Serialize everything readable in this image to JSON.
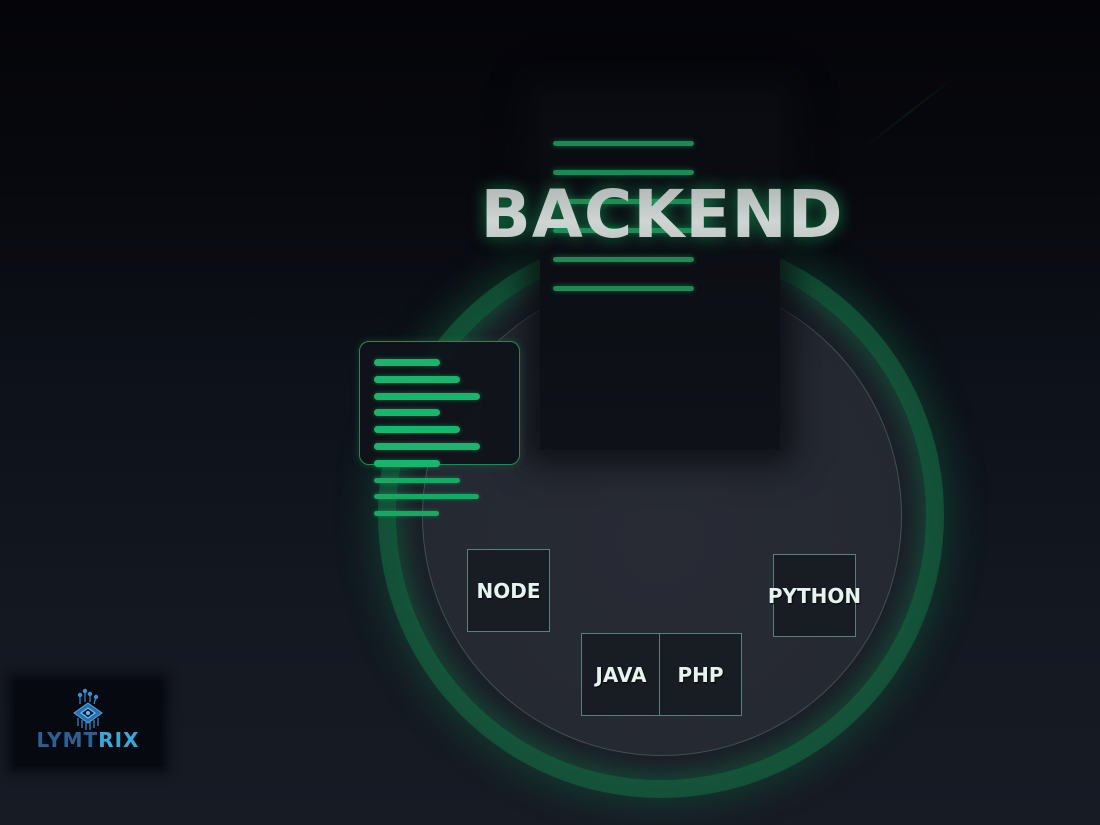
{
  "hero": {
    "title": "BACKEND"
  },
  "technologies": [
    {
      "label": "NODE"
    },
    {
      "label": "JAVA"
    },
    {
      "label": "PHP"
    },
    {
      "label": "PYTHON"
    }
  ],
  "logo": {
    "text_primary": "LYMT",
    "text_accent": "RIX",
    "icon": "chip-icon"
  },
  "colors": {
    "accent_green": "#19b56c",
    "ring_green": "#166e46",
    "title_grey": "#c4cac8",
    "box_border": "#5d7e7b",
    "logo_blue": "#2d5f93",
    "logo_accent": "#3ba9d8",
    "background_top": "#040409",
    "background_bottom": "#171b24"
  }
}
